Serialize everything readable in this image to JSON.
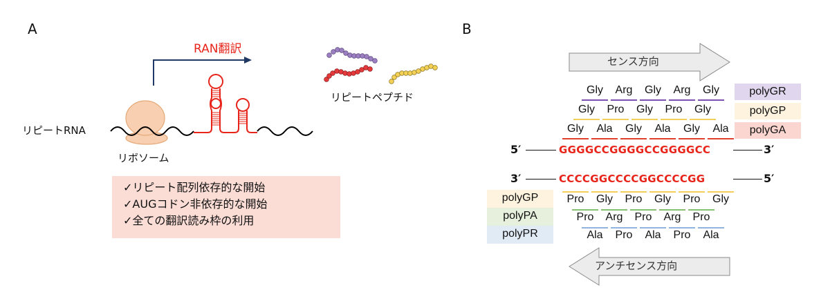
{
  "panel_a": {
    "label": "A",
    "translation_label": "RAN翻訳",
    "rna_label": "リピートRNA",
    "ribosome_label": "リボソーム",
    "peptide_label": "リピートペプチド",
    "features": [
      "✓リピート配列依存的な開始",
      "✓AUGコドン非依存的な開始",
      "✓全ての翻訳読み枠の利用"
    ],
    "colors": {
      "ran_red": "#e8241a",
      "arrow_navy": "#1f3864",
      "ribosome": "#f8cfb0",
      "features_bg": "#fbddd6",
      "peptide_purple": "#9b7fc0",
      "peptide_red": "#e5393b",
      "peptide_yellow": "#f3d157"
    }
  },
  "panel_b": {
    "label": "B",
    "sense_arrow_label": "センス方向",
    "antisense_arrow_label": "アンチセンス方向",
    "sense_strand": {
      "left_end": "5′",
      "sequence": "GGGGCCGGGGCCGGGGCC",
      "right_end": "3′"
    },
    "antisense_strand": {
      "left_end": "3′",
      "sequence": "CCCCGGCCCCGGCCCCGG",
      "right_end": "5′"
    },
    "sense_frames": [
      {
        "tag": "polyGR",
        "residues": [
          "Gly",
          "Arg",
          "Gly",
          "Arg",
          "Gly"
        ],
        "color": "#7b4fb0",
        "tag_bg": "#e0d7ee"
      },
      {
        "tag": "polyGP",
        "residues": [
          "Gly",
          "Pro",
          "Gly",
          "Pro",
          "Gly"
        ],
        "color": "#f2cf5b",
        "tag_bg": "#fdf3df"
      },
      {
        "tag": "polyGA",
        "residues": [
          "Gly",
          "Ala",
          "Gly",
          "Ala",
          "Gly",
          "Ala"
        ],
        "color": "#e0412c",
        "tag_bg": "#fbd5cf"
      }
    ],
    "antisense_frames": [
      {
        "tag": "polyGP",
        "residues": [
          "Pro",
          "Gly",
          "Pro",
          "Gly",
          "Pro",
          "Gly"
        ],
        "color": "#f2cf5b",
        "tag_bg": "#fdf3df"
      },
      {
        "tag": "polyPA",
        "residues": [
          "Pro",
          "Arg",
          "Pro",
          "Arg",
          "Pro"
        ],
        "color": "#86bf6e",
        "tag_bg": "#e6f0dc"
      },
      {
        "tag": "polyPR",
        "residues": [
          "Ala",
          "Pro",
          "Ala",
          "Pro",
          "Ala"
        ],
        "color": "#8fb4e0",
        "tag_bg": "#e1ebf6"
      }
    ]
  }
}
